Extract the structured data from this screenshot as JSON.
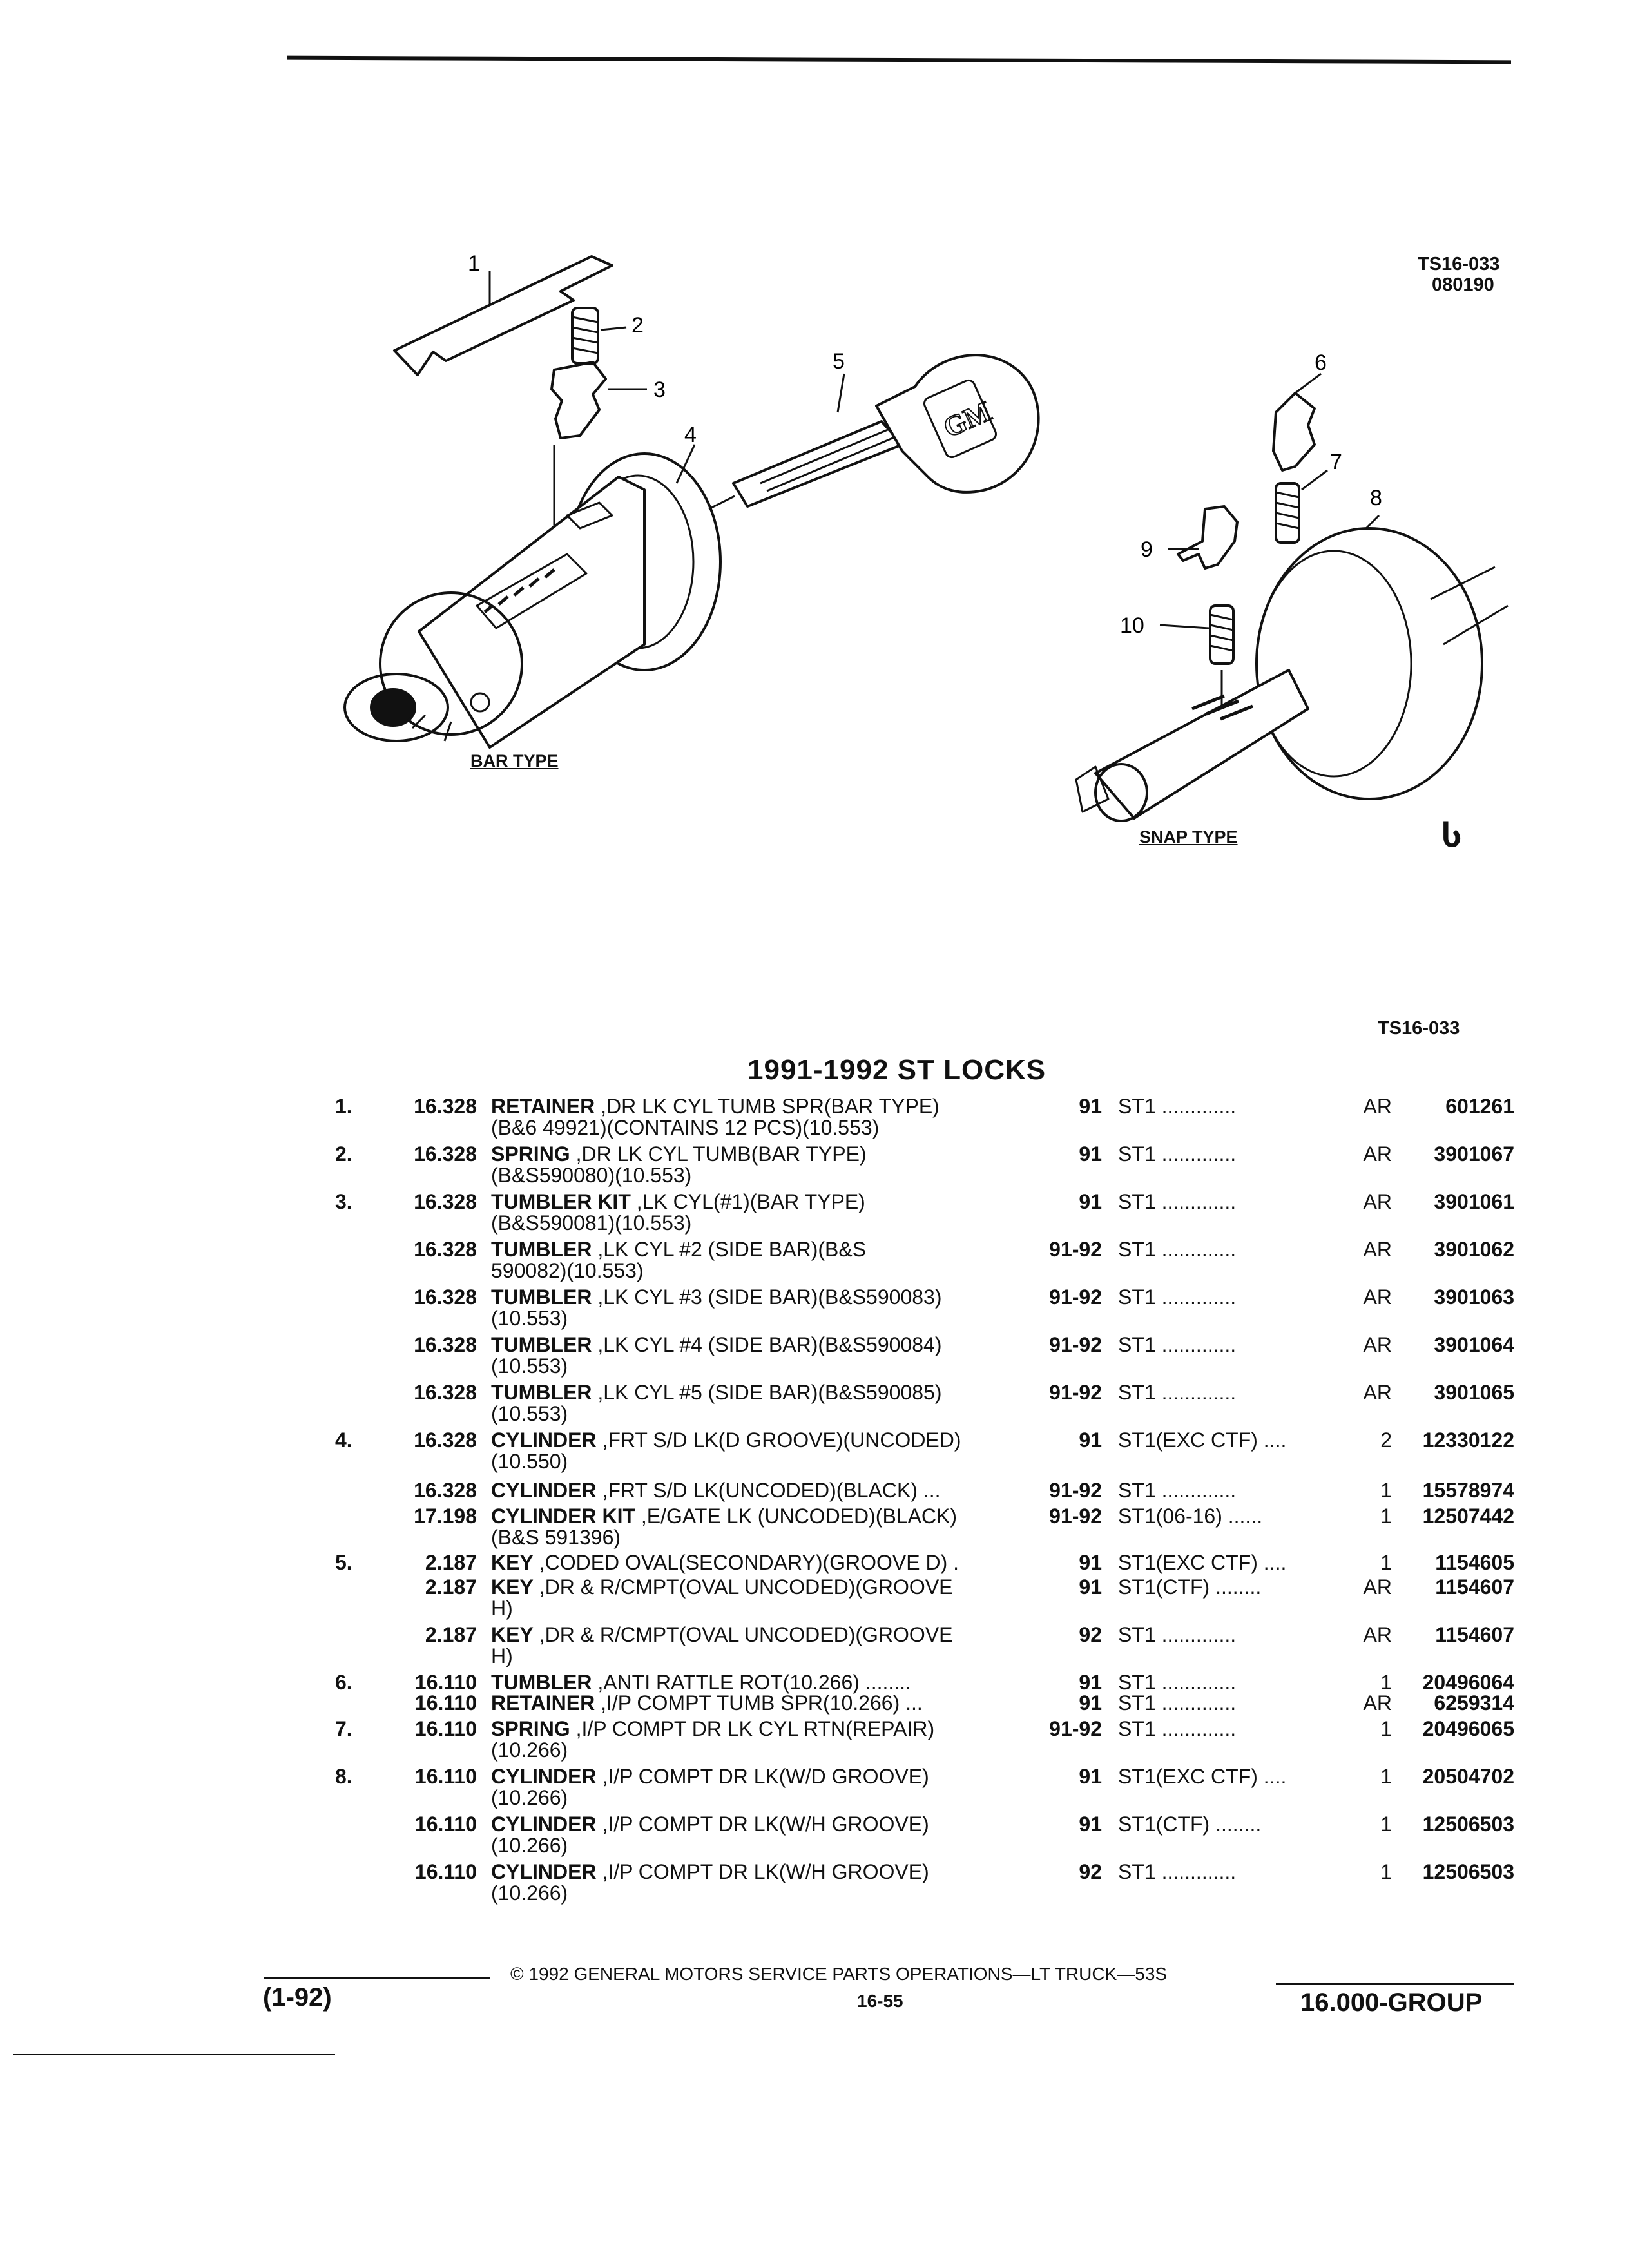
{
  "header": {
    "ref_code": "TS16-033",
    "ref_date": "080190",
    "ref_code_2": "TS16-033"
  },
  "diagram": {
    "callouts": [
      "1",
      "2",
      "3",
      "4",
      "5",
      "6",
      "7",
      "8",
      "9",
      "10"
    ],
    "key_logo": "GM",
    "bar_type_label": "BAR TYPE",
    "snap_type_label": "SNAP TYPE",
    "corner_mark": "Ⴑ"
  },
  "section_title": "1991-1992 ST LOCKS",
  "parts": [
    {
      "idx": "1.",
      "group": "16.328",
      "name": "RETAINER",
      "desc": " ,DR LK CYL TUMB SPR(BAR TYPE)",
      "desc2": "(B&6 49921)(CONTAINS 12 PCS)(10.553)",
      "year": "91",
      "app": "ST1 .............",
      "qty": "AR",
      "pn": "601261"
    },
    {
      "idx": "2.",
      "group": "16.328",
      "name": "SPRING",
      "desc": " ,DR LK CYL TUMB(BAR TYPE)",
      "desc2": "(B&S590080)(10.553)",
      "year": "91",
      "app": "ST1 .............",
      "qty": "AR",
      "pn": "3901067"
    },
    {
      "idx": "3.",
      "group": "16.328",
      "name": "TUMBLER KIT",
      "desc": " ,LK CYL(#1)(BAR TYPE)",
      "desc2": "(B&S590081)(10.553)",
      "year": "91",
      "app": "ST1 .............",
      "qty": "AR",
      "pn": "3901061"
    },
    {
      "idx": "",
      "group": "16.328",
      "name": "TUMBLER",
      "desc": " ,LK CYL #2 (SIDE BAR)(B&S",
      "desc2": "590082)(10.553)",
      "year": "91-92",
      "app": "ST1 .............",
      "qty": "AR",
      "pn": "3901062"
    },
    {
      "idx": "",
      "group": "16.328",
      "name": "TUMBLER",
      "desc": " ,LK CYL #3 (SIDE BAR)(B&S590083)",
      "desc2": "(10.553)",
      "year": "91-92",
      "app": "ST1 .............",
      "qty": "AR",
      "pn": "3901063"
    },
    {
      "idx": "",
      "group": "16.328",
      "name": "TUMBLER",
      "desc": " ,LK CYL #4 (SIDE BAR)(B&S590084)",
      "desc2": "(10.553)",
      "year": "91-92",
      "app": "ST1 .............",
      "qty": "AR",
      "pn": "3901064"
    },
    {
      "idx": "",
      "group": "16.328",
      "name": "TUMBLER",
      "desc": " ,LK CYL #5 (SIDE BAR)(B&S590085)",
      "desc2": "(10.553)",
      "year": "91-92",
      "app": "ST1 .............",
      "qty": "AR",
      "pn": "3901065"
    },
    {
      "idx": "4.",
      "group": "16.328",
      "name": "CYLINDER",
      "desc": " ,FRT S/D LK(D GROOVE)(UNCODED)",
      "desc2": "(10.550)",
      "year": "91",
      "app": "ST1(EXC CTF) ....",
      "qty": "2",
      "pn": "12330122"
    },
    {
      "idx": "",
      "group": "16.328",
      "name": "CYLINDER",
      "desc": " ,FRT S/D LK(UNCODED)(BLACK) ...",
      "desc2": "",
      "year": "91-92",
      "app": "ST1 .............",
      "qty": "1",
      "pn": "15578974"
    },
    {
      "idx": "",
      "group": "17.198",
      "name": "CYLINDER KIT",
      "desc": " ,E/GATE LK (UNCODED)(BLACK)",
      "desc2": "(B&S 591396)",
      "year": "91-92",
      "app": "ST1(06-16) ......",
      "qty": "1",
      "pn": "12507442"
    },
    {
      "idx": "5.",
      "group": "2.187",
      "name": "KEY",
      "desc": " ,CODED OVAL(SECONDARY)(GROOVE D) .",
      "desc2": "",
      "year": "91",
      "app": "ST1(EXC CTF) ....",
      "qty": "1",
      "pn": "1154605"
    },
    {
      "idx": "",
      "group": "2.187",
      "name": "KEY",
      "desc": " ,DR & R/CMPT(OVAL UNCODED)(GROOVE",
      "desc2": "H)",
      "year": "91",
      "app": "ST1(CTF) ........",
      "qty": "AR",
      "pn": "1154607"
    },
    {
      "idx": "",
      "group": "2.187",
      "name": "KEY",
      "desc": " ,DR & R/CMPT(OVAL UNCODED)(GROOVE",
      "desc2": "H)",
      "year": "92",
      "app": "ST1 .............",
      "qty": "AR",
      "pn": "1154607"
    },
    {
      "idx": "6.",
      "group": "16.110",
      "name": "TUMBLER",
      "desc": " ,ANTI RATTLE ROT(10.266) ........",
      "desc2": "",
      "year": "91",
      "app": "ST1 .............",
      "qty": "1",
      "pn": "20496064"
    },
    {
      "idx": "",
      "group": "16.110",
      "name": "RETAINER",
      "desc": " ,I/P COMPT TUMB SPR(10.266) ...",
      "desc2": "",
      "year": "91",
      "app": "ST1 .............",
      "qty": "AR",
      "pn": "6259314"
    },
    {
      "idx": "7.",
      "group": "16.110",
      "name": "SPRING",
      "desc": " ,I/P COMPT DR LK CYL RTN(REPAIR)",
      "desc2": "(10.266)",
      "year": "91-92",
      "app": "ST1 .............",
      "qty": "1",
      "pn": "20496065"
    },
    {
      "idx": "8.",
      "group": "16.110",
      "name": "CYLINDER",
      "desc": " ,I/P COMPT DR LK(W/D GROOVE)",
      "desc2": "(10.266)",
      "year": "91",
      "app": "ST1(EXC CTF) ....",
      "qty": "1",
      "pn": "20504702"
    },
    {
      "idx": "",
      "group": "16.110",
      "name": "CYLINDER",
      "desc": " ,I/P COMPT DR LK(W/H GROOVE)",
      "desc2": "(10.266)",
      "year": "91",
      "app": "ST1(CTF) ........",
      "qty": "1",
      "pn": "12506503"
    },
    {
      "idx": "",
      "group": "16.110",
      "name": "CYLINDER",
      "desc": " ,I/P COMPT DR LK(W/H GROOVE)",
      "desc2": "(10.266)",
      "year": "92",
      "app": "ST1 .............",
      "qty": "1",
      "pn": "12506503"
    }
  ],
  "footer": {
    "copyright": "© 1992 GENERAL MOTORS SERVICE PARTS OPERATIONS—LT TRUCK—53S",
    "revision": "(1-92)",
    "page_number": "16-55",
    "group": "16.000-GROUP"
  }
}
